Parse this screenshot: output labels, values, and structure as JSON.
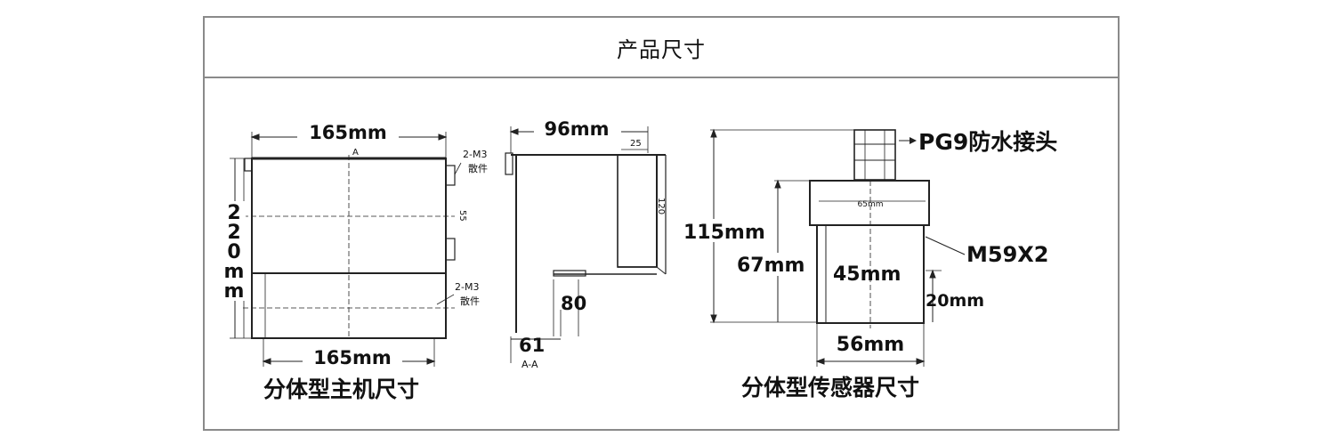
{
  "header": {
    "title": "产品尺寸"
  },
  "main_unit": {
    "caption": "分体型主机尺寸",
    "top_width": "165mm",
    "bottom_width": "165mm",
    "height_chars": [
      "2",
      "2",
      "0",
      "m",
      "m"
    ],
    "mark_a": "A",
    "screw_top": "2-M3",
    "screw_top_sub": "散件",
    "screw_bottom": "2-M3",
    "screw_bottom_sub": "散件",
    "side_dim_55": "55"
  },
  "side_view": {
    "depth": "96mm",
    "small_25": "25",
    "small_120": "120",
    "dim_80": "80",
    "dim_61": "61",
    "section_label": "A-A"
  },
  "sensor": {
    "caption": "分体型传感器尺寸",
    "connector": "PG9防水接头",
    "total_height": "115mm",
    "body_height": "67mm",
    "inner_height": "45mm",
    "head_width": "65mm",
    "thread": "M59X2",
    "thread_len": "20mm",
    "body_width": "56mm"
  }
}
